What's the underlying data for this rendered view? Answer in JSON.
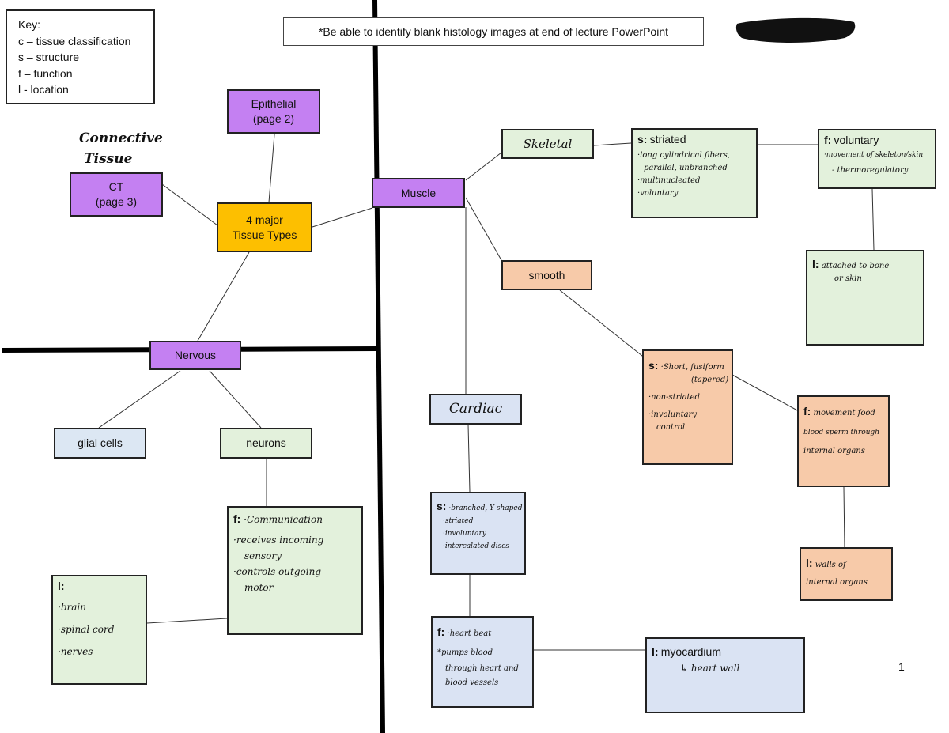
{
  "key": {
    "title": "Key:",
    "items": [
      "c – tissue classification",
      "s – structure",
      "f – function",
      "l - location"
    ]
  },
  "banner": "*Be able to identify blank histology images at end of lecture PowerPoint",
  "handwritten_label": [
    "Connective",
    "Tissue"
  ],
  "page_number": "1",
  "colors": {
    "purple": "#c480f2",
    "orange": "#fdbf00",
    "green": "#e3f1dc",
    "peach": "#f7caa9",
    "blue": "#dae3f3",
    "redaction": "#111111"
  },
  "nodes": {
    "epithelial": [
      "Epithelial",
      "(page 2)"
    ],
    "ct": [
      "CT",
      "(page 3)"
    ],
    "center": [
      "4 major",
      "Tissue Types"
    ],
    "muscle": "Muscle",
    "nervous": "Nervous",
    "glial": "glial cells",
    "neurons": "neurons",
    "skeletal": "Skeletal",
    "smooth": "smooth",
    "cardiac": "Cardiac"
  },
  "notes": {
    "neuron_f": {
      "label": "f:",
      "lines": [
        "·Communication",
        "·receives incoming",
        "sensory",
        "·controls outgoing",
        "motor"
      ]
    },
    "neuron_l": {
      "label": "l:",
      "lines": [
        "·brain",
        "·spinal cord",
        "·nerves"
      ]
    },
    "skeletal_s": {
      "label": "s:",
      "title": "striated",
      "lines": [
        "·long cylindrical fibers,",
        "parallel, unbranched",
        "·multinucleated",
        "·voluntary"
      ]
    },
    "skeletal_f": {
      "label": "f:",
      "title": "voluntary",
      "lines": [
        "·movement of skeleton/skin",
        "- thermoregulatory"
      ]
    },
    "skeletal_l": {
      "label": "l:",
      "lines": [
        "attached to bone",
        "or skin"
      ]
    },
    "smooth_s": {
      "label": "s:",
      "lines": [
        "·Short, fusiform",
        "(tapered)",
        "·non-striated",
        "·involuntary",
        "control"
      ]
    },
    "smooth_f": {
      "label": "f:",
      "lines": [
        "movement food",
        "blood sperm through",
        "internal organs"
      ]
    },
    "smooth_l": {
      "label": "l:",
      "lines": [
        "walls of",
        "internal organs"
      ]
    },
    "cardiac_s": {
      "label": "s:",
      "lines": [
        "·branched, Y shaped",
        "·striated",
        "·involuntary",
        "·intercalated discs"
      ]
    },
    "cardiac_f": {
      "label": "f:",
      "lines": [
        "·heart beat",
        "*pumps blood",
        "through heart and",
        "blood vessels"
      ]
    },
    "cardiac_l": {
      "label": "l:",
      "title": "myocardium",
      "lines": [
        "↳ heart wall"
      ]
    }
  }
}
